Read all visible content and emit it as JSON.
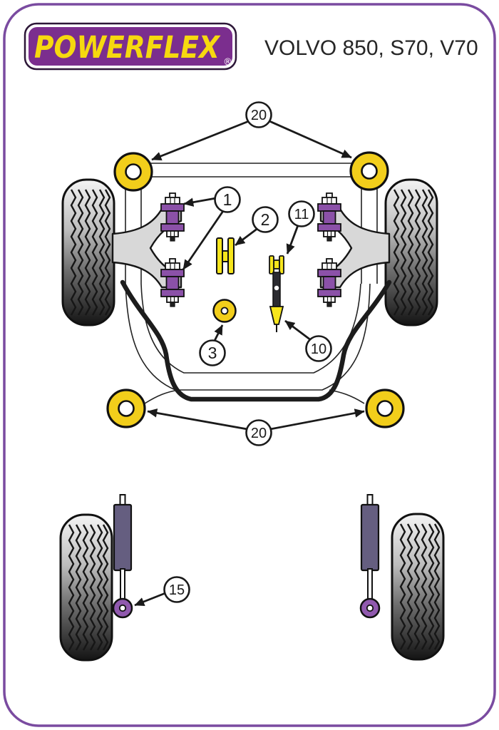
{
  "page": {
    "background": "#ffffff",
    "border_color": "#7a4ba0"
  },
  "header": {
    "logo": {
      "text": "POWERFLEX",
      "registered_mark": "®",
      "bg_color": "#7b2e8e",
      "text_color": "#f6d90f"
    },
    "title": "VOLVO 850, S70, V70"
  },
  "diagram": {
    "sections": [
      "front-suspension-top-view",
      "rear-shock-absorbers"
    ],
    "colors": {
      "bush_yellow": "#F2CE1B",
      "part_yellow": "#F6E51C",
      "bush_purple": "#8B51A8",
      "shock_body": "#655E80",
      "shock_bush_purple": "#9059AE",
      "control_arm_gray": "#D8D8D8",
      "outline": "#1a1a1a"
    },
    "callouts": [
      {
        "id": "20-top",
        "label": "20"
      },
      {
        "id": "1",
        "label": "1"
      },
      {
        "id": "2",
        "label": "2"
      },
      {
        "id": "11",
        "label": "11"
      },
      {
        "id": "3",
        "label": "3"
      },
      {
        "id": "10",
        "label": "10"
      },
      {
        "id": "20-bottom",
        "label": "20"
      },
      {
        "id": "15",
        "label": "15"
      }
    ]
  }
}
